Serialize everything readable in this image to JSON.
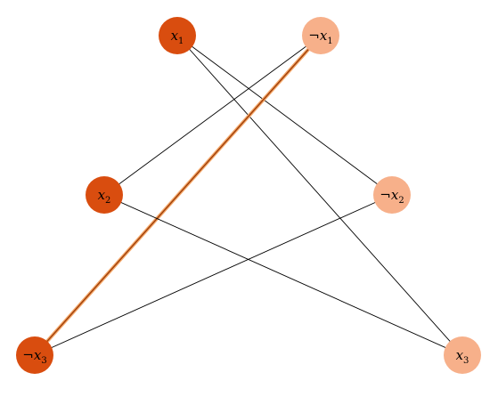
{
  "colors": {
    "true_literal": "#d94d0f",
    "false_literal": "#f7b08a",
    "edge": "#000000",
    "highlight_outer": "#f4a86a",
    "highlight_inner": "#a0400a"
  },
  "nodes": [
    {
      "id": "x1",
      "negated": false,
      "var": "x",
      "sub": "1",
      "state": "true"
    },
    {
      "id": "not-x1",
      "negated": true,
      "var": "x",
      "sub": "1",
      "state": "false"
    },
    {
      "id": "x2",
      "negated": false,
      "var": "x",
      "sub": "2",
      "state": "true"
    },
    {
      "id": "not-x2",
      "negated": true,
      "var": "x",
      "sub": "2",
      "state": "false"
    },
    {
      "id": "not-x3",
      "negated": true,
      "var": "x",
      "sub": "3",
      "state": "true"
    },
    {
      "id": "x3",
      "negated": false,
      "var": "x",
      "sub": "3",
      "state": "false"
    }
  ],
  "edges": [
    {
      "from": "x1",
      "to": "not-x2",
      "highlight": false
    },
    {
      "from": "x1",
      "to": "x3",
      "highlight": false
    },
    {
      "from": "not-x1",
      "to": "x2",
      "highlight": false
    },
    {
      "from": "not-x1",
      "to": "not-x3",
      "highlight": true
    },
    {
      "from": "x2",
      "to": "x3",
      "highlight": false
    },
    {
      "from": "not-x2",
      "to": "not-x3",
      "highlight": false
    }
  ],
  "negation_symbol": "¬"
}
